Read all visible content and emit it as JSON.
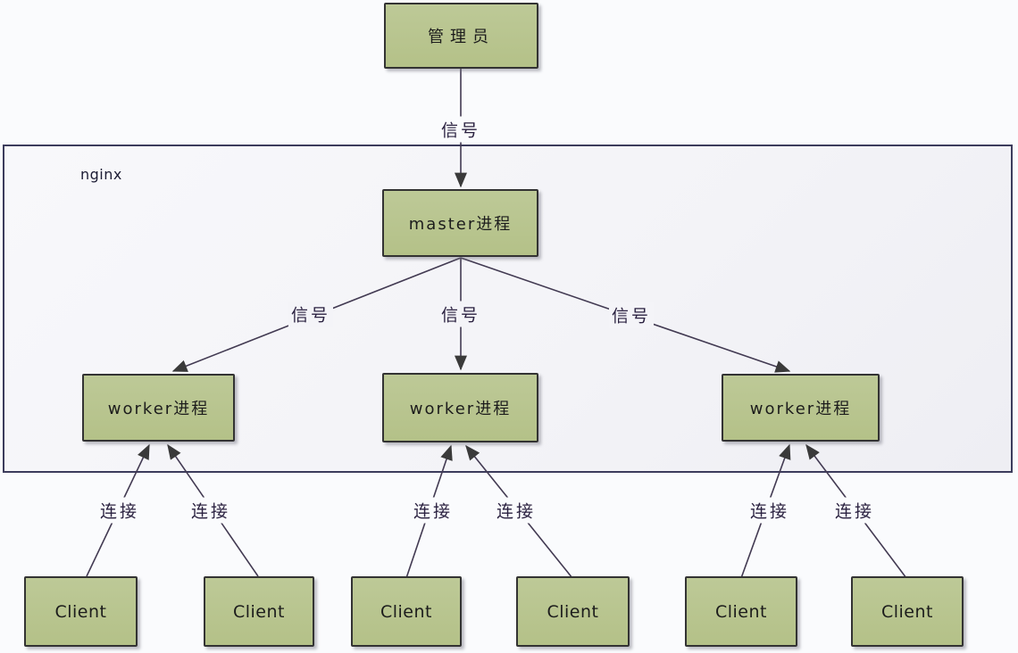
{
  "nodes": {
    "admin": "管理员",
    "master": "master进程",
    "workers": [
      "worker进程",
      "worker进程",
      "worker进程"
    ],
    "clients": [
      "Client",
      "Client",
      "Client",
      "Client",
      "Client",
      "Client"
    ]
  },
  "container": {
    "label": "nginx"
  },
  "edge_labels": {
    "signals": [
      "信号",
      "信号",
      "信号",
      "信号"
    ],
    "connections": [
      "连接",
      "连接",
      "连接",
      "连接",
      "连接",
      "连接"
    ]
  },
  "colors": {
    "node_fill": "#b7c48f",
    "node_border": "#333333",
    "container_background": "#f5f5f8",
    "container_border": "#3c3c5c",
    "connector": "#423a52",
    "label_text": "#2a2140",
    "page_background": "#fafbfd"
  }
}
